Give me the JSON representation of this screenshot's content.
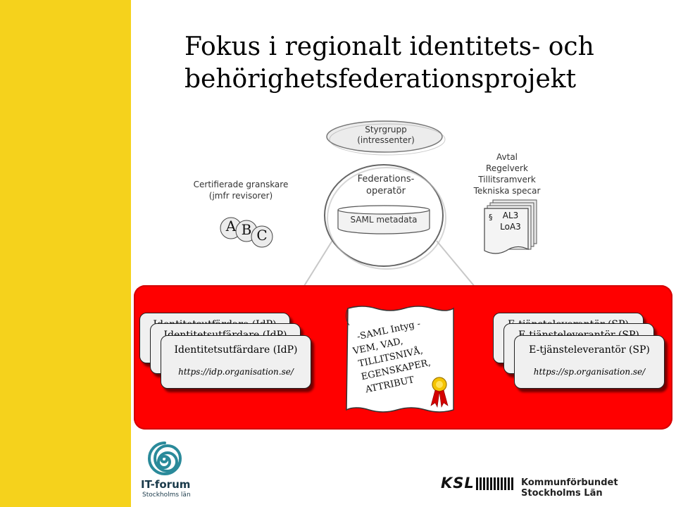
{
  "title": {
    "line1": "Fokus i regionalt identitets- och",
    "line2": "behörighetsfederationsprojekt"
  },
  "styrgrupp": {
    "line1": "Styrgrupp",
    "line2": "(intressenter)"
  },
  "federationsoperator": {
    "line1": "Federations-",
    "line2": "operatör"
  },
  "saml_metadata": "SAML metadata",
  "granskare": {
    "line1": "Certifierade granskare",
    "line2": "(jmfr revisorer)"
  },
  "auditors": [
    "A",
    "B",
    "C"
  ],
  "avtal": {
    "line1": "Avtal",
    "line2": "Regelverk",
    "line3": "Tillitsramverk",
    "line4": "Tekniska specar"
  },
  "doc_stack": {
    "line1": "AL3",
    "line2": "LoA3"
  },
  "idp": {
    "label": "Identitetsutfärdare (IdP)",
    "url": "https://idp.organisation.se/"
  },
  "sp": {
    "label": "E-tjänsteleverantör (SP)",
    "url": "https://sp.organisation.se/"
  },
  "scroll": {
    "line1": "-SAML Intyg -",
    "line2": "VEM, VAD,",
    "line3": "TILLITSNIVÅ,",
    "line4": "EGENSKAPER,",
    "line5": "ATTRIBUT"
  },
  "itforum": {
    "name": "IT-forum",
    "sub": "Stockholms län"
  },
  "ksl": {
    "name": "KSL",
    "full": "Kommunförbundet Stockholms Län"
  },
  "colors": {
    "sidebar": "#f5d21c",
    "panel": "#ff0000",
    "card": "#f0f0f0"
  }
}
